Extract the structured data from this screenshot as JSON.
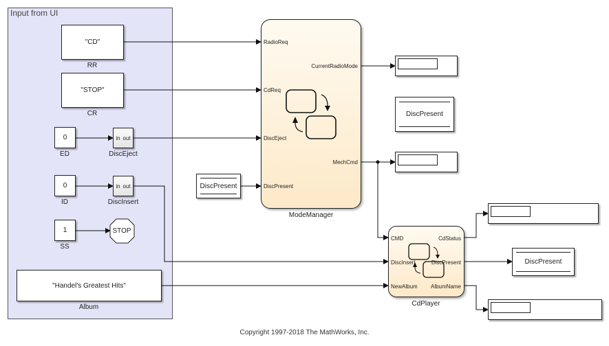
{
  "area": {
    "title": "Input from UI"
  },
  "constants": {
    "rr": {
      "value": "\"CD\"",
      "name": "RR"
    },
    "cr": {
      "value": "\"STOP\"",
      "name": "CR"
    },
    "ed": {
      "value": "0",
      "name": "ED"
    },
    "id": {
      "value": "0",
      "name": "ID"
    },
    "ss": {
      "value": "1",
      "name": "SS"
    },
    "album": {
      "value": "\"Handel's Greatest Hits\"",
      "name": "Album"
    }
  },
  "subsystems": {
    "disc_eject": {
      "in": "in",
      "out": "out",
      "name": "DiscEject"
    },
    "disc_insert": {
      "in": "in",
      "out": "out",
      "name": "DiscInsert"
    }
  },
  "stop_block": {
    "label": "STOP"
  },
  "from_block": {
    "label": "DiscPresent"
  },
  "mode_manager": {
    "name": "ModeManager",
    "inputs": [
      "RadioReq",
      "CdReq",
      "DiscEject",
      "DiscPresent"
    ],
    "outputs": [
      "CurrentRadioMode",
      "MechCmd"
    ]
  },
  "cd_player": {
    "name": "CdPlayer",
    "inputs": [
      "CMD",
      "DiscInsert",
      "NewAlbum"
    ],
    "outputs": [
      "CdStatus",
      "DiscPresent",
      "AlbumName"
    ]
  },
  "goto_blocks": {
    "top": {
      "label": "DiscPresent"
    },
    "right": {
      "label": "DiscPresent"
    }
  },
  "footer": {
    "copyright": "Copyright 1997-2018 The MathWorks, Inc."
  }
}
